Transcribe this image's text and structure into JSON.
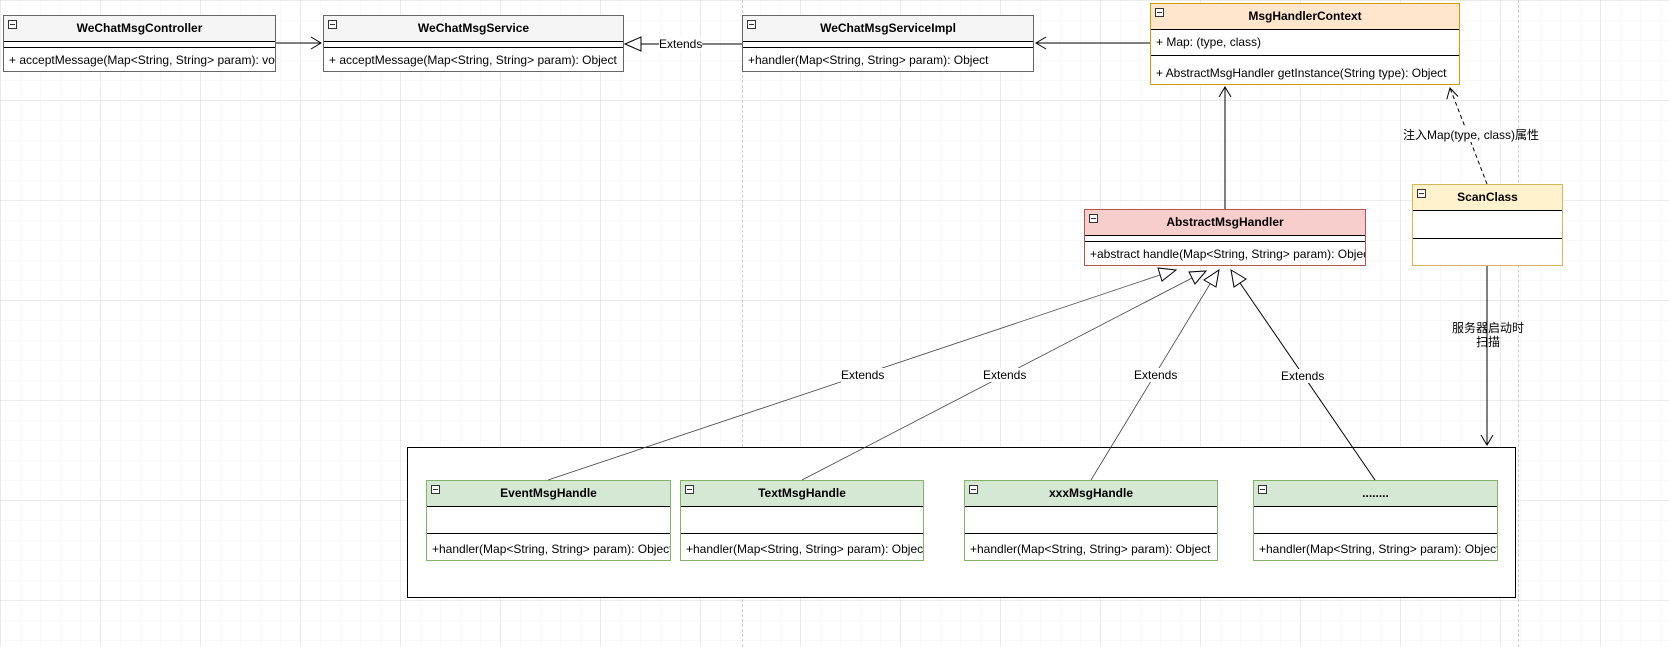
{
  "classes": {
    "controller": {
      "name": "WeChatMsgController",
      "methods": [
        "+ acceptMessage(Map<String, String> param): void"
      ]
    },
    "service": {
      "name": "WeChatMsgService",
      "methods": [
        "+ acceptMessage(Map<String, String> param): Object"
      ]
    },
    "service_impl": {
      "name": "WeChatMsgServiceImpl",
      "methods": [
        "+handler(Map<String, String> param): Object"
      ]
    },
    "context": {
      "name": "MsgHandlerContext",
      "attributes": [
        "+ Map: (type, class)"
      ],
      "methods": [
        "+ AbstractMsgHandler getInstance(String type): Object"
      ]
    },
    "abstract_handler": {
      "name": "AbstractMsgHandler",
      "methods": [
        "+abstract handle(Map<String, String> param): Object"
      ]
    },
    "scan_class": {
      "name": "ScanClass"
    },
    "event_handle": {
      "name": "EventMsgHandle",
      "methods": [
        "+handler(Map<String, String> param): Object"
      ]
    },
    "text_handle": {
      "name": "TextMsgHandle",
      "methods": [
        "+handler(Map<String, String> param): Object"
      ]
    },
    "xxx_handle": {
      "name": "xxxMsgHandle",
      "methods": [
        "+handler(Map<String, String> param): Object"
      ]
    },
    "more_handle": {
      "name": "........",
      "methods": [
        "+handler(Map<String, String> param): Object"
      ]
    }
  },
  "labels": {
    "extends": "Extends",
    "inject": "注入Map(type, class)属性",
    "scan_line1": "服务器启动时",
    "scan_line2": "扫描"
  },
  "colors": {
    "plain_fill": "#f5f5f5",
    "orange_fill": "#ffe6cc",
    "orange_border": "#d79b00",
    "red_fill": "#f8cecc",
    "red_border": "#b85450",
    "yellow_fill": "#fff2cc",
    "yellow_border": "#d6b656",
    "green_fill": "#d5e8d4",
    "green_border": "#82b366"
  }
}
